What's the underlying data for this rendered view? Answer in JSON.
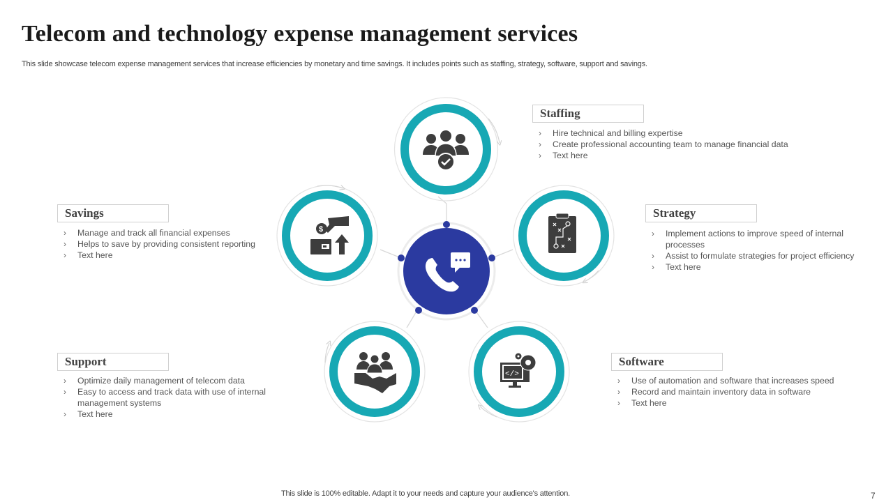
{
  "header": {
    "title": "Telecom and technology expense management services",
    "subtitle": "This slide showcase telecom expense management services that increase efficiencies by monetary and time savings. It includes points such as staffing, strategy, software, support and savings."
  },
  "center": {
    "icon": "phone-chat-icon",
    "color": "#2b3aa0"
  },
  "colors": {
    "ring": "#17a8b4",
    "center": "#2b3aa0",
    "icon": "#3d3d3d",
    "connector": "#d9d9d9"
  },
  "sections": {
    "staffing": {
      "title": "Staffing",
      "icon": "team-check-icon",
      "points": [
        "Hire technical and billing expertise",
        "Create professional  accounting team to manage financial data",
        "Text here"
      ]
    },
    "strategy": {
      "title": "Strategy",
      "icon": "clipboard-strategy-icon",
      "points": [
        "Implement  actions to improve  speed of internal processes",
        "Assist to formulate  strategies for project efficiency",
        "Text here"
      ]
    },
    "savings": {
      "title": "Savings",
      "icon": "wallet-coin-growth-icon",
      "points": [
        "Manage and track all financial expenses",
        "Helps to save  by providing  consistent reporting",
        "Text here"
      ]
    },
    "support": {
      "title": "Support",
      "icon": "team-handshake-icon",
      "points": [
        "Optimize daily management  of telecom data",
        "Easy to access and track data with use of internal management  systems",
        "Text here"
      ]
    },
    "software": {
      "title": "Software",
      "icon": "code-monitor-gear-icon",
      "points": [
        "Use of automation and software  that increases  speed",
        "Record and maintain inventory  data in software",
        "Text here"
      ]
    }
  },
  "footer": {
    "note": "This slide is 100% editable. Adapt it to your needs and capture your audience's attention.",
    "page_number": "7"
  }
}
